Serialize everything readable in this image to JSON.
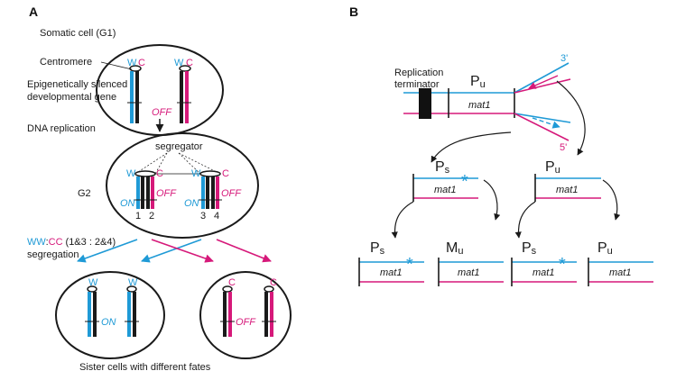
{
  "colors": {
    "watson": "#1f9ad6",
    "crick": "#d6197a",
    "ink": "#1a1a1a"
  },
  "panel_a": {
    "label": "A",
    "somatic_cell": "Somatic cell (G1)",
    "centromere": "Centromere",
    "silenced_line1": "Epigenetically silenced",
    "silenced_line2": "developmental gene",
    "w": "W",
    "c": "C",
    "off": "OFF",
    "on": "ON",
    "dna_replication": "DNA replication",
    "segregator": "segregator",
    "g2": "G2",
    "n1": "1",
    "n2": "2",
    "n3": "3",
    "n4": "4",
    "seg_ww": "WW",
    "seg_colon": ":",
    "seg_cc": "CC",
    "seg_ratio": "(1&3 : 2&4)",
    "segregation": "segregation",
    "sister_cells": "Sister cells with different fates"
  },
  "panel_b": {
    "label": "B",
    "terminator_line1": "Replication",
    "terminator_line2": "terminator",
    "p_main": "P",
    "sub_u": "u",
    "sub_s": "s",
    "m_main": "M",
    "mat1": "mat1",
    "three_prime": "3'",
    "five_prime": "5'",
    "star": "*"
  }
}
